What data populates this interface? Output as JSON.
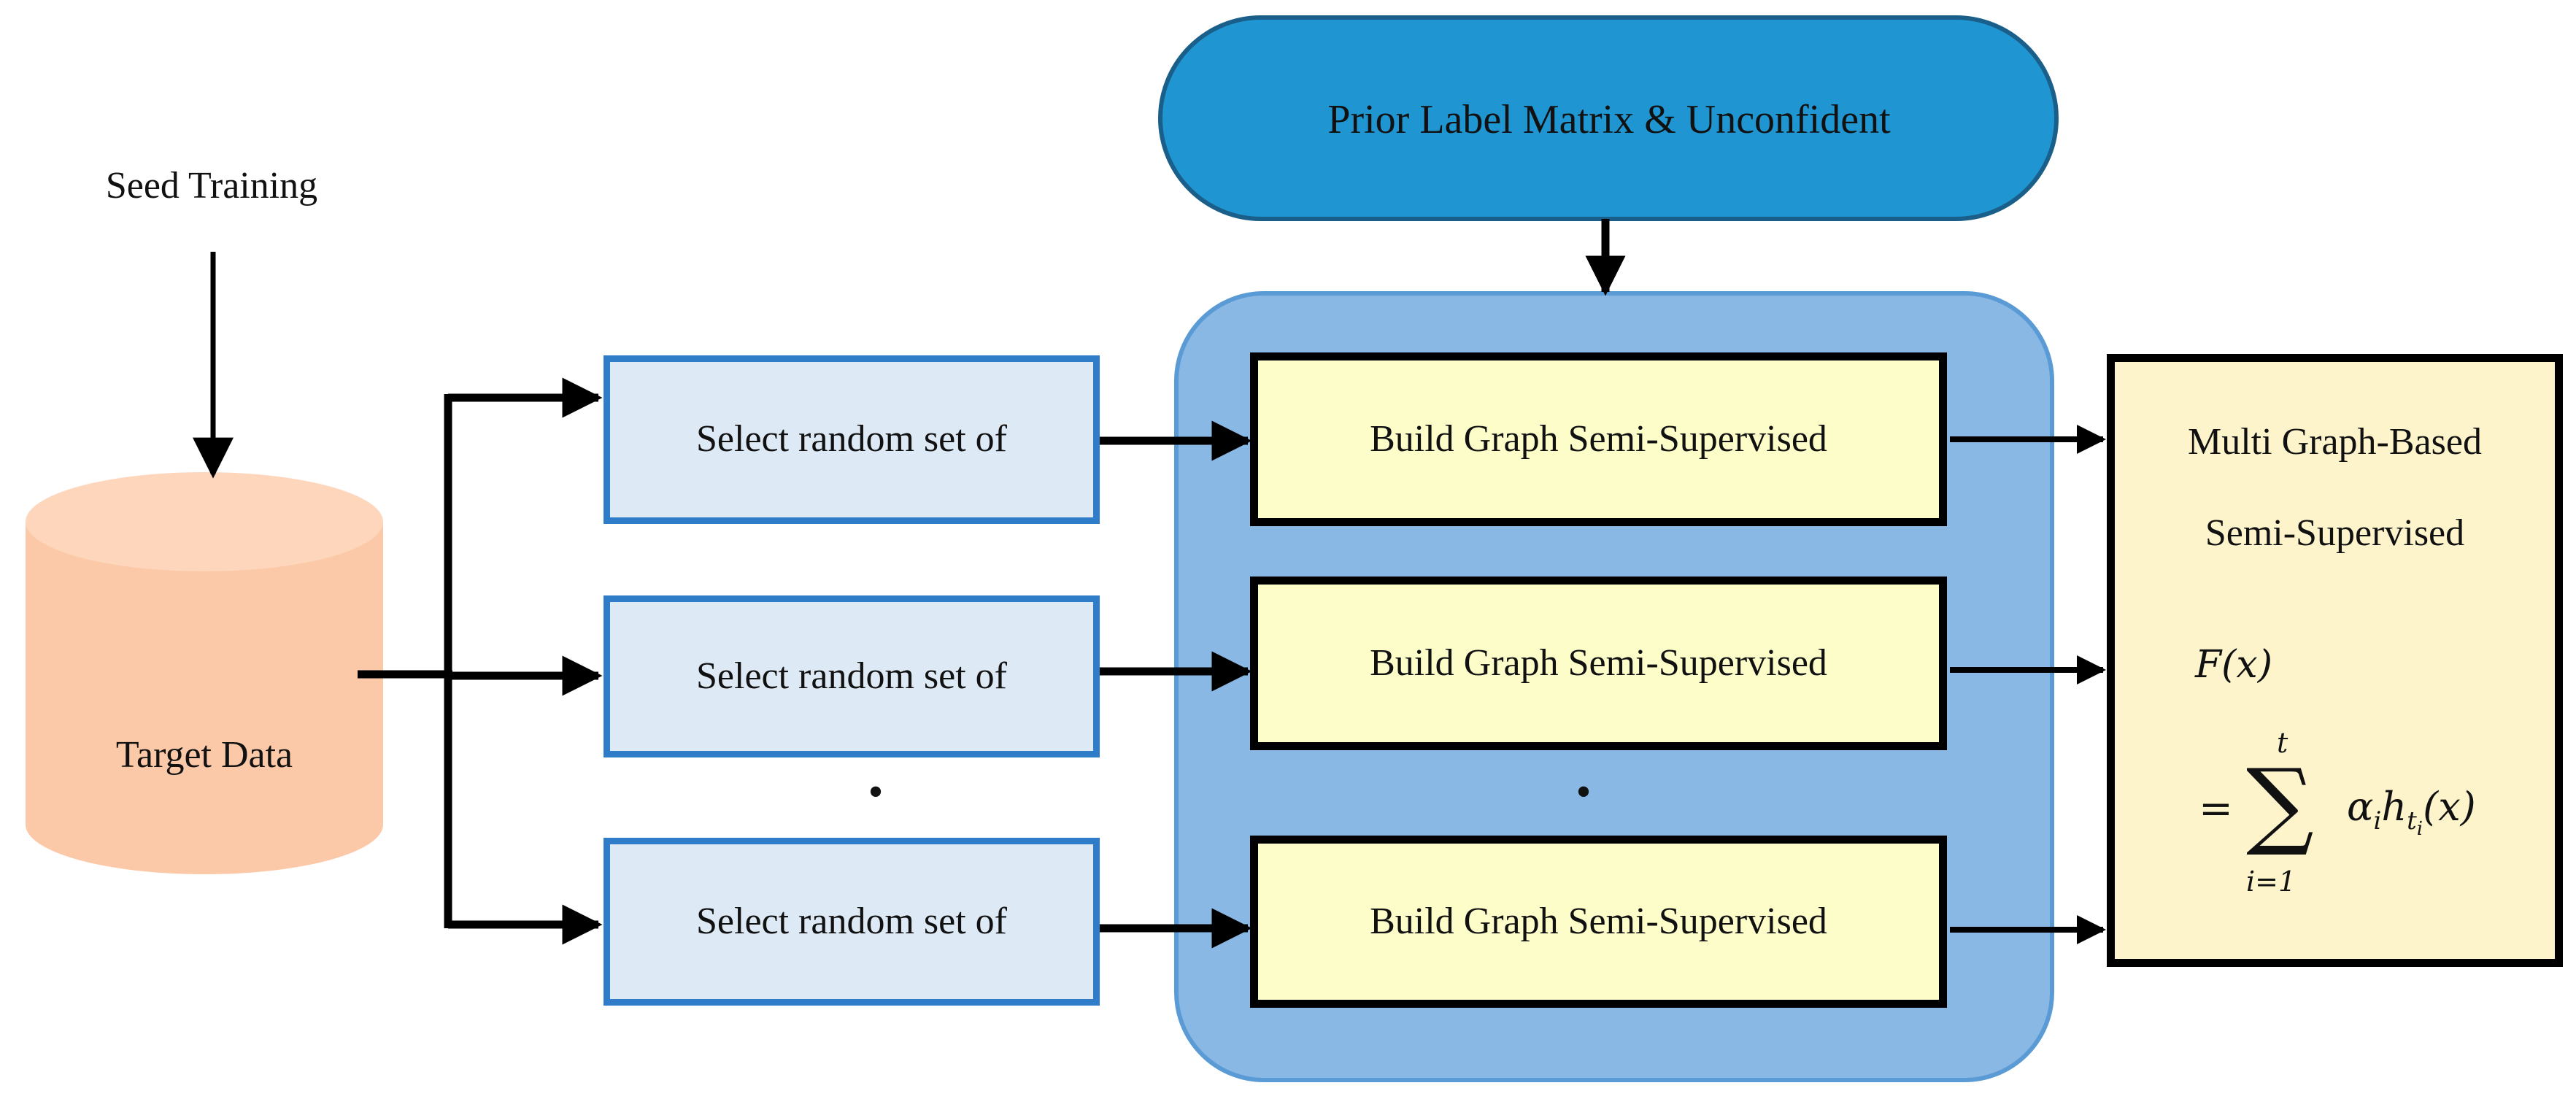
{
  "seed_label": "Seed Training",
  "target_label": "Target Data",
  "prior_label": "Prior Label Matrix & Unconfident",
  "select_label": "Select random set of",
  "build_label": "Build Graph Semi-Supervised",
  "result_title_line1": "Multi Graph-Based",
  "result_title_line2": "Semi-Supervised",
  "formula": {
    "lhs": "F(x)",
    "equals": "=",
    "sum_symbol": "∑",
    "upper": "t",
    "lower": "i=1",
    "term": "α",
    "term_sub": "i",
    "h": "h",
    "h_sub": "t",
    "h_subsub": "i",
    "arg": "(x)"
  },
  "ellipsis": "•",
  "colors": {
    "cylinder": "#fbc8a8",
    "cylinder_top": "#fdd6bc",
    "pill": "#1f95d2",
    "pill_border": "#1a5e8a",
    "panel": "#8ab8e4",
    "panel_border": "#5b9bd5",
    "blue_box": "#dde9f5",
    "blue_border": "#2f7cc8",
    "yellow_box": "#fdfdca",
    "result_box": "#fdf4cc"
  }
}
